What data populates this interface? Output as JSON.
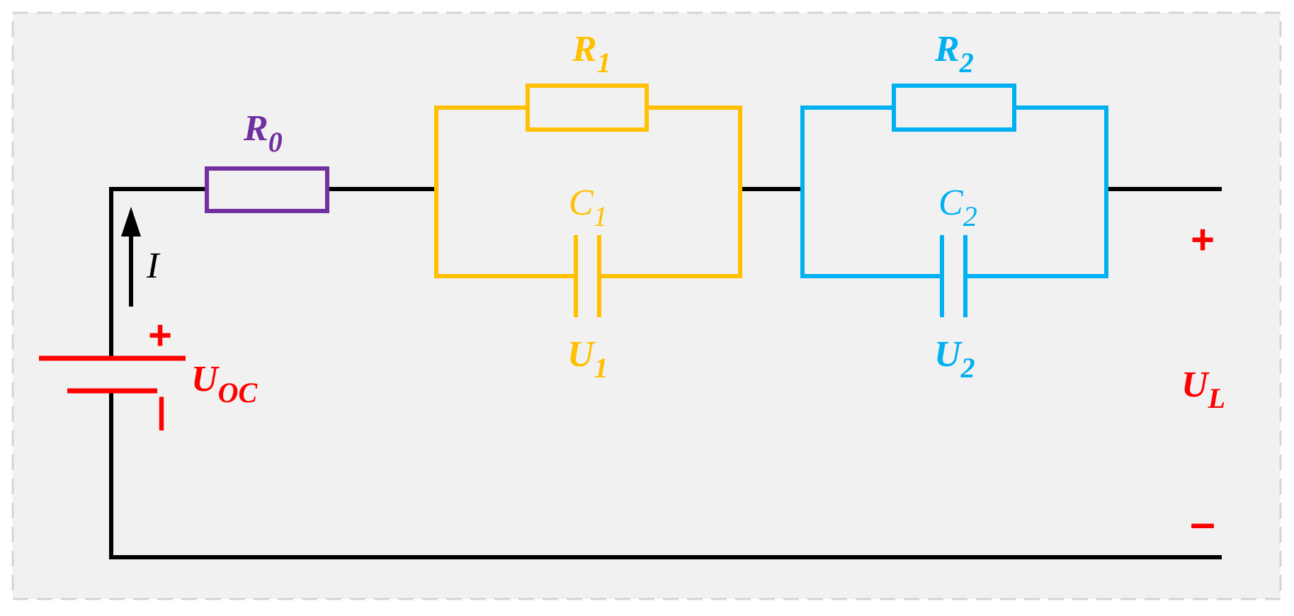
{
  "colors": {
    "background": "#f1f1f1",
    "frame": "#d4d4d4",
    "wire": "#000000",
    "source": "#ff0000",
    "r0": "#7030a0",
    "rc1": "#ffc000",
    "rc2": "#00b0f0"
  },
  "labels": {
    "r0": {
      "main": "R",
      "sub": "0"
    },
    "r1": {
      "main": "R",
      "sub": "1"
    },
    "c1": {
      "main": "C",
      "sub": "1"
    },
    "u1": {
      "main": "U",
      "sub": "1"
    },
    "r2": {
      "main": "R",
      "sub": "2"
    },
    "c2": {
      "main": "C",
      "sub": "2"
    },
    "u2": {
      "main": "U",
      "sub": "2"
    },
    "current": "I",
    "uoc": {
      "main": "U",
      "sub": "OC"
    },
    "ul": {
      "main": "U",
      "sub": "L"
    }
  },
  "signs": {
    "plus": "+",
    "minus": "–",
    "battery_minus": "|"
  }
}
